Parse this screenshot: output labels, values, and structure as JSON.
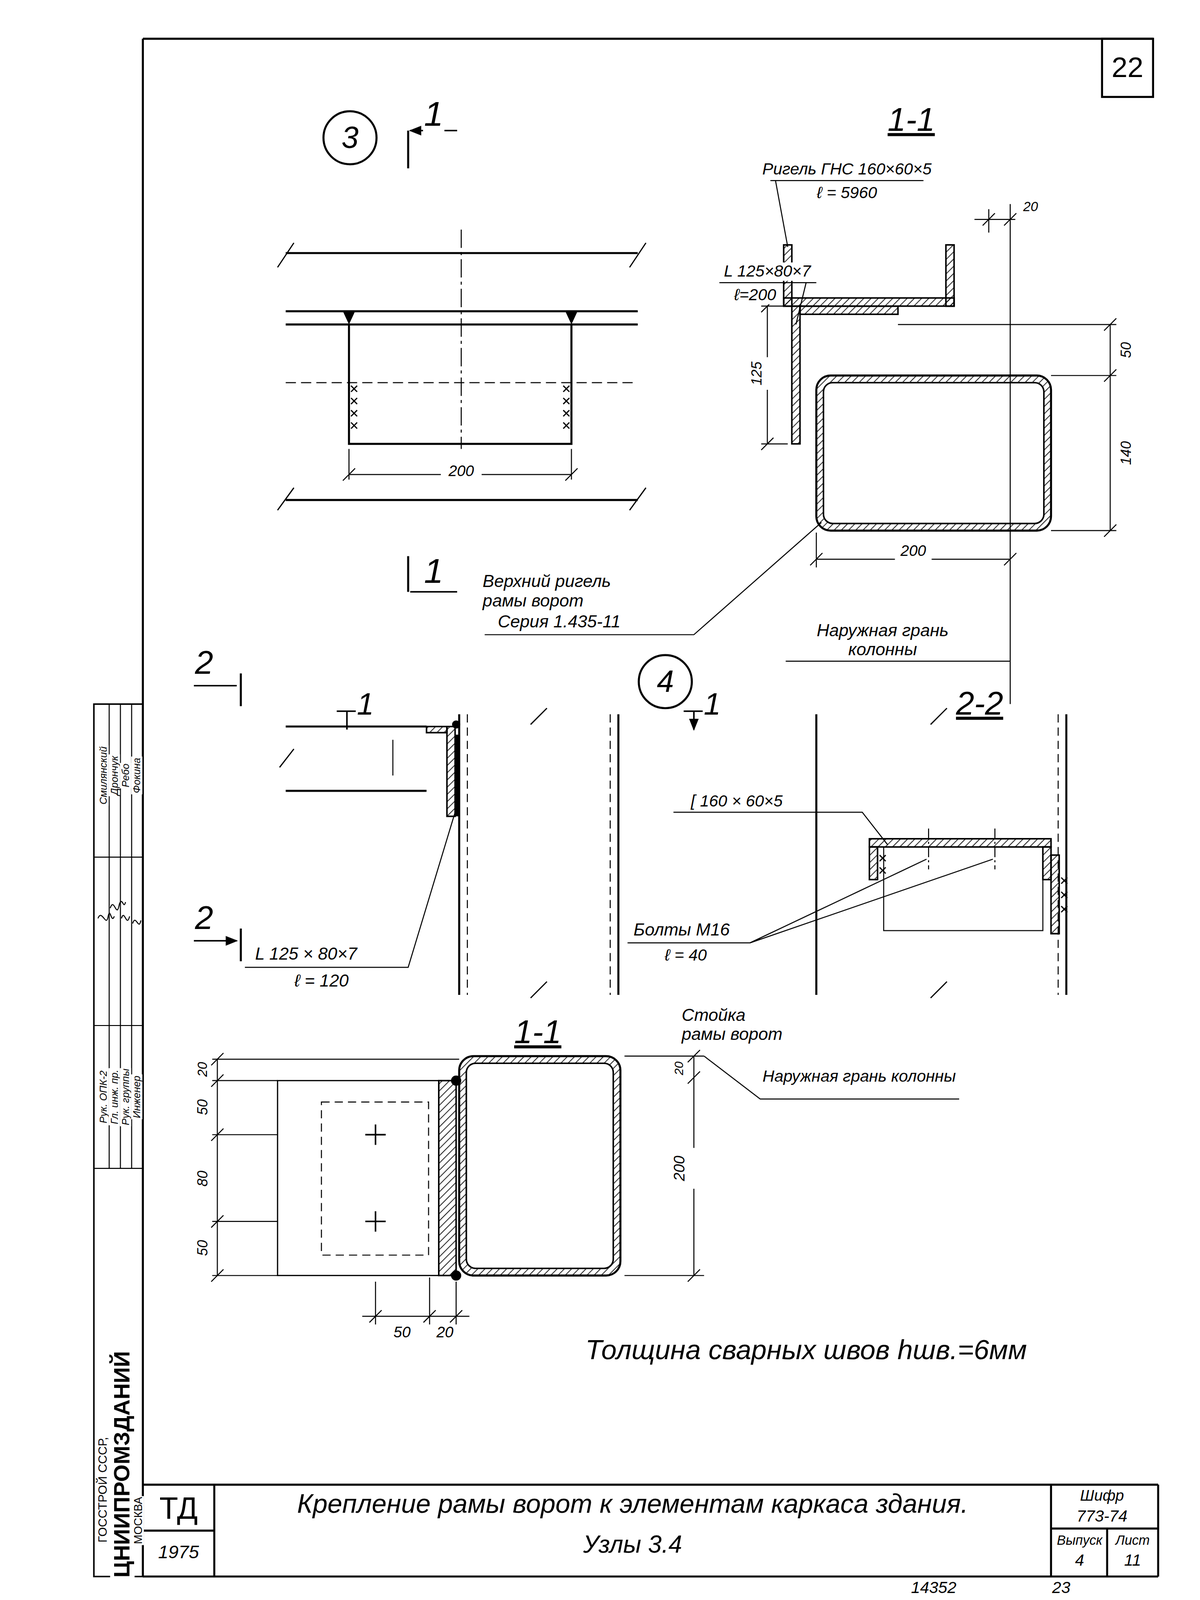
{
  "diagram": {
    "nodes": [
      {
        "text": [
          "3"
        ]
      },
      {
        "text": [
          "4"
        ]
      }
    ],
    "labels": [
      "22",
      "1",
      "1-1",
      "Ригель ГНС 160×60×5",
      "ℓ = 5960",
      "20",
      "L 125×80×7",
      "ℓ=200",
      "125",
      "50",
      "140",
      "200",
      "200",
      "1",
      "Верхний ригель рамы ворот",
      "Серия 1.435-11",
      "Наружная грань колонны",
      "2",
      "1",
      "1",
      "2-2",
      "[ 160 × 60×5",
      "2",
      "Болты М16",
      "ℓ = 40",
      "L 125 × 80×7",
      "ℓ = 120",
      "Стойка рамы ворот",
      "1-1",
      "20",
      "Наружная грань колонны",
      "20",
      "50",
      "80",
      "50",
      "200",
      "50",
      "20",
      "Толщина сварных швов hшв.=6мм",
      "ТД",
      "1975",
      "Крепление рамы ворот к элементам каркаса здания.",
      "Узлы 3.4",
      "Шифр",
      "773-74",
      "Выпуск",
      "4",
      "Лист",
      "11",
      "14352",
      "23",
      "ГОССТРОЙ СССР,",
      "ЦНИИПРОМЗДАНИЙ",
      "МОСКВА",
      "Рук. ОПК-2",
      "Гл. инж. пр.",
      "Рук. группы",
      "Инженер",
      "Смилянский",
      "Дрончук",
      "Ребо",
      "Фокина"
    ]
  }
}
